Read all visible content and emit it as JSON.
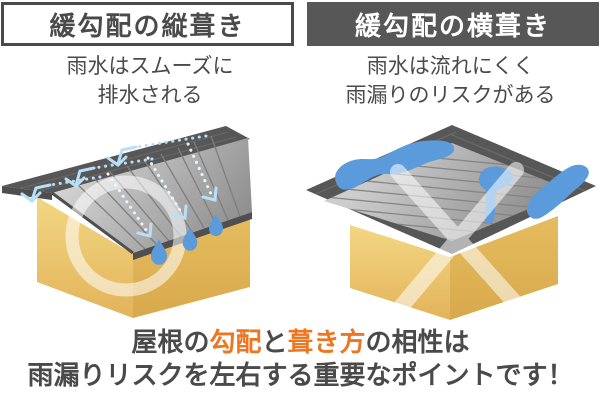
{
  "panels": {
    "left": {
      "header": "緩勾配の縦葺き",
      "desc_line1": "雨水はスムーズに",
      "desc_line2": "排水される",
      "verdict_icon": "ok-circle",
      "illustration": "house-vertical-seam-roof-with-draining-water"
    },
    "right": {
      "header": "緩勾配の横葺き",
      "desc_line1": "雨水は流れにくく",
      "desc_line2": "雨漏りのリスクがある",
      "verdict_icon": "ng-cross",
      "illustration": "house-horizontal-seam-roof-with-pooling-water"
    }
  },
  "bottom_message": {
    "line1_segments": [
      {
        "text": "屋根の",
        "highlight": false
      },
      {
        "text": "勾配",
        "highlight": true
      },
      {
        "text": "と",
        "highlight": false
      },
      {
        "text": "葺き方",
        "highlight": true
      },
      {
        "text": "の相性は",
        "highlight": false
      }
    ],
    "line2": "雨漏りリスクを左右する重要なポイントです！"
  },
  "colors": {
    "accent_orange": "#ED7622",
    "text_dark": "#4A4A4A",
    "header_dark": "#575757",
    "roof_dark": "#575757",
    "roof_light": "#BDBDBD",
    "wall_yellow_light": "#F3D783",
    "wall_yellow_dark": "#E5BC5F",
    "water_blue": "#5C9BDB",
    "flow_arrow_blue": "#B9DFF6",
    "overlay_white": "#FFFFFF"
  }
}
